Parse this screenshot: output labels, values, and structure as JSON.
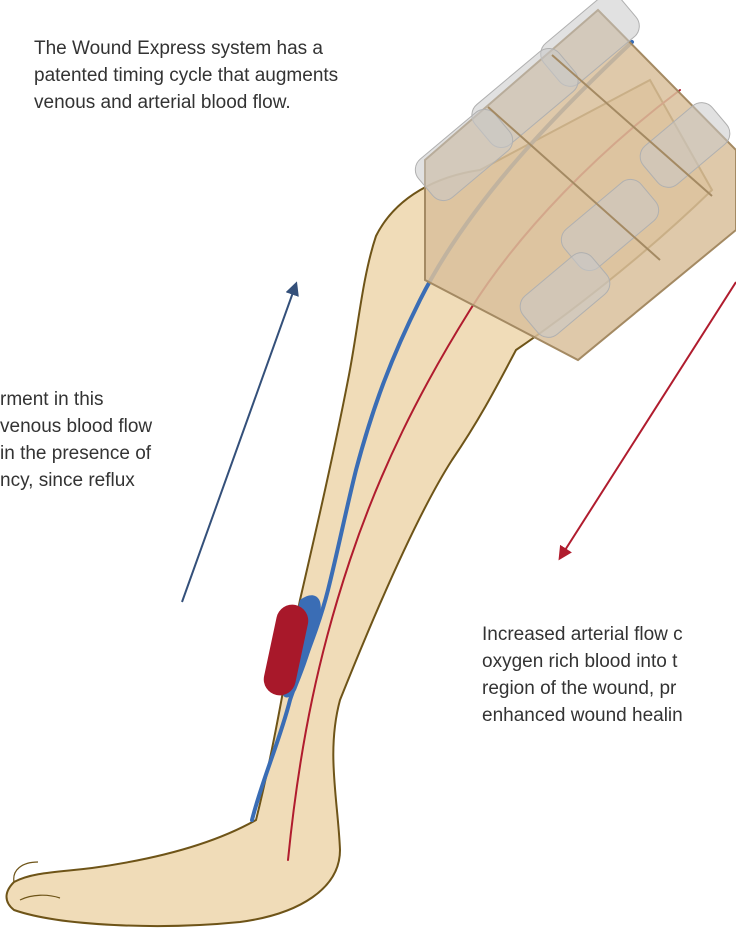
{
  "colors": {
    "skin": "#f0dcb8",
    "skin_outline": "#6e5418",
    "vein": "#3a6db5",
    "artery": "#b01c2e",
    "wound": "#a8182a",
    "cuff": "#d9c09b",
    "cuff_bladder": "#c8c8c8",
    "arrow_up": "#34507a",
    "arrow_down": "#b01c2e",
    "text": "#333333"
  },
  "captions": {
    "top": {
      "lines": [
        "The Wound Express system has a",
        "patented timing cycle that augments",
        "venous and arterial blood flow."
      ]
    },
    "left": {
      "lines": [
        "rment in this",
        "venous blood flow",
        "in the presence of",
        "ncy, since reflux"
      ]
    },
    "right": {
      "lines": [
        "Increased arterial flow c",
        "oxygen rich blood into t",
        "region of the wound, pr",
        "enhanced wound healin"
      ]
    }
  }
}
